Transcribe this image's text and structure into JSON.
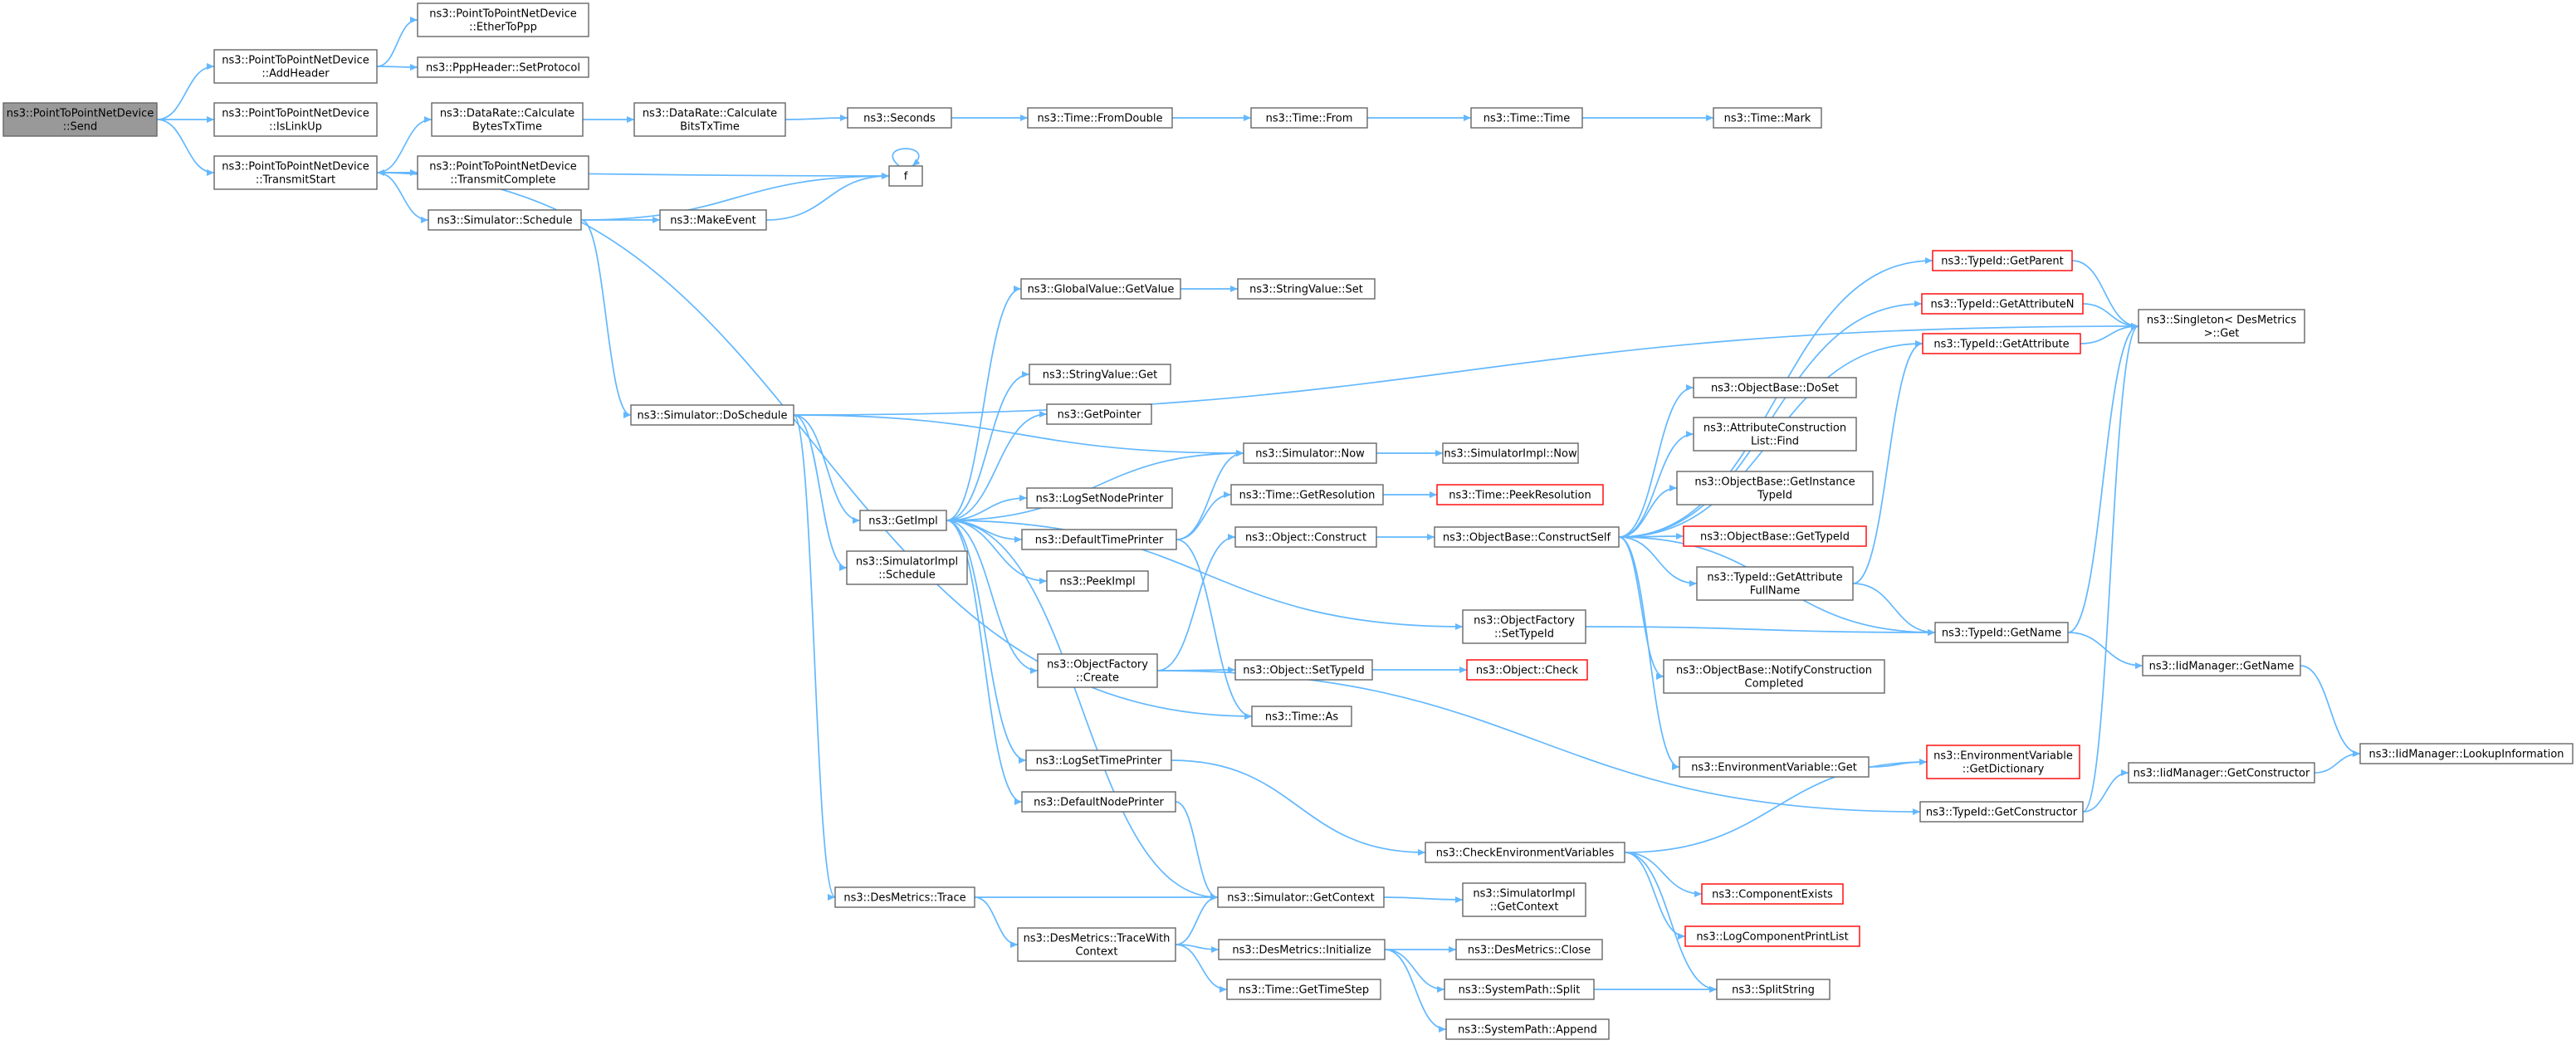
{
  "graph": {
    "title": "",
    "colors": {
      "edge": "#63b8ff",
      "node_border": "#666666",
      "root_fill": "#999999",
      "incomplete_border": "#ff0000"
    },
    "nodes": [
      {
        "id": "send",
        "lines": [
          "ns3::PointToPointNetDevice",
          "::Send"
        ],
        "root": true
      },
      {
        "id": "addheader",
        "lines": [
          "ns3::PointToPointNetDevice",
          "::AddHeader"
        ]
      },
      {
        "id": "islinkup",
        "lines": [
          "ns3::PointToPointNetDevice",
          "::IsLinkUp"
        ]
      },
      {
        "id": "transmitstart",
        "lines": [
          "ns3::PointToPointNetDevice",
          "::TransmitStart"
        ]
      },
      {
        "id": "ethertoppp",
        "lines": [
          "ns3::PointToPointNetDevice",
          "::EtherToPpp"
        ]
      },
      {
        "id": "setprotocol",
        "lines": [
          "ns3::PppHeader::SetProtocol"
        ]
      },
      {
        "id": "calcbytes",
        "lines": [
          "ns3::DataRate::Calculate",
          "BytesTxTime"
        ]
      },
      {
        "id": "calcbits",
        "lines": [
          "ns3::DataRate::Calculate",
          "BitsTxTime"
        ]
      },
      {
        "id": "seconds",
        "lines": [
          "ns3::Seconds"
        ]
      },
      {
        "id": "fromdouble",
        "lines": [
          "ns3::Time::FromDouble"
        ]
      },
      {
        "id": "timefrom",
        "lines": [
          "ns3::Time::From"
        ]
      },
      {
        "id": "timetime",
        "lines": [
          "ns3::Time::Time"
        ]
      },
      {
        "id": "timemark",
        "lines": [
          "ns3::Time::Mark"
        ]
      },
      {
        "id": "transmitcomplete",
        "lines": [
          "ns3::PointToPointNetDevice",
          "::TransmitComplete"
        ]
      },
      {
        "id": "f",
        "lines": [
          "f"
        ]
      },
      {
        "id": "schedule",
        "lines": [
          "ns3::Simulator::Schedule"
        ]
      },
      {
        "id": "makeevent",
        "lines": [
          "ns3::MakeEvent"
        ]
      },
      {
        "id": "doschedule",
        "lines": [
          "ns3::Simulator::DoSchedule"
        ]
      },
      {
        "id": "globalvalue",
        "lines": [
          "ns3::GlobalValue::GetValue"
        ]
      },
      {
        "id": "stringvalueset",
        "lines": [
          "ns3::StringValue::Set"
        ]
      },
      {
        "id": "stringvalueget",
        "lines": [
          "ns3::StringValue::Get"
        ]
      },
      {
        "id": "getpointer",
        "lines": [
          "ns3::GetPointer"
        ]
      },
      {
        "id": "simnow",
        "lines": [
          "ns3::Simulator::Now"
        ]
      },
      {
        "id": "simimplnow",
        "lines": [
          "ns3::SimulatorImpl::Now"
        ]
      },
      {
        "id": "getimpl",
        "lines": [
          "ns3::GetImpl"
        ]
      },
      {
        "id": "logsetnode",
        "lines": [
          "ns3::LogSetNodePrinter"
        ]
      },
      {
        "id": "defaulttime",
        "lines": [
          "ns3::DefaultTimePrinter"
        ]
      },
      {
        "id": "getresolution",
        "lines": [
          "ns3::Time::GetResolution"
        ]
      },
      {
        "id": "peekresolution",
        "lines": [
          "ns3::Time::PeekResolution"
        ],
        "incomplete": true
      },
      {
        "id": "simimplschedule",
        "lines": [
          "ns3::SimulatorImpl",
          "::Schedule"
        ]
      },
      {
        "id": "peekimpl",
        "lines": [
          "ns3::PeekImpl"
        ]
      },
      {
        "id": "objconstruct",
        "lines": [
          "ns3::Object::Construct"
        ]
      },
      {
        "id": "constructself",
        "lines": [
          "ns3::ObjectBase::ConstructSelf"
        ]
      },
      {
        "id": "ofsettypeid",
        "lines": [
          "ns3::ObjectFactory",
          "::SetTypeId"
        ]
      },
      {
        "id": "ofcreate",
        "lines": [
          "ns3::ObjectFactory",
          "::Create"
        ]
      },
      {
        "id": "objsettypeid",
        "lines": [
          "ns3::Object::SetTypeId"
        ]
      },
      {
        "id": "objcheck",
        "lines": [
          "ns3::Object::Check"
        ],
        "incomplete": true
      },
      {
        "id": "timeas",
        "lines": [
          "ns3::Time::As"
        ]
      },
      {
        "id": "logsettime",
        "lines": [
          "ns3::LogSetTimePrinter"
        ]
      },
      {
        "id": "defaultnode",
        "lines": [
          "ns3::DefaultNodePrinter"
        ]
      },
      {
        "id": "checkenv",
        "lines": [
          "ns3::CheckEnvironmentVariables"
        ]
      },
      {
        "id": "desmetricstrace",
        "lines": [
          "ns3::DesMetrics::Trace"
        ]
      },
      {
        "id": "simgetcontext",
        "lines": [
          "ns3::Simulator::GetContext"
        ]
      },
      {
        "id": "simimplgetcontext",
        "lines": [
          "ns3::SimulatorImpl",
          "::GetContext"
        ]
      },
      {
        "id": "tracewithcontext",
        "lines": [
          "ns3::DesMetrics::TraceWith",
          "Context"
        ]
      },
      {
        "id": "desinit",
        "lines": [
          "ns3::DesMetrics::Initialize"
        ]
      },
      {
        "id": "desclose",
        "lines": [
          "ns3::DesMetrics::Close"
        ]
      },
      {
        "id": "gettimestep",
        "lines": [
          "ns3::Time::GetTimeStep"
        ]
      },
      {
        "id": "pathsplit",
        "lines": [
          "ns3::SystemPath::Split"
        ]
      },
      {
        "id": "pathappend",
        "lines": [
          "ns3::SystemPath::Append"
        ]
      },
      {
        "id": "splitstring",
        "lines": [
          "ns3::SplitString"
        ]
      },
      {
        "id": "componentexists",
        "lines": [
          "ns3::ComponentExists"
        ],
        "incomplete": true
      },
      {
        "id": "logcomponentprint",
        "lines": [
          "ns3::LogComponentPrintList"
        ],
        "incomplete": true
      },
      {
        "id": "objbasedoset",
        "lines": [
          "ns3::ObjectBase::DoSet"
        ]
      },
      {
        "id": "attrconstruction",
        "lines": [
          "ns3::AttributeConstruction",
          "List::Find"
        ]
      },
      {
        "id": "getinstancetypeid",
        "lines": [
          "ns3::ObjectBase::GetInstance",
          "TypeId"
        ]
      },
      {
        "id": "objbasegettypeid",
        "lines": [
          "ns3::ObjectBase::GetTypeId"
        ],
        "incomplete": true
      },
      {
        "id": "getattrfullname",
        "lines": [
          "ns3::TypeId::GetAttribute",
          "FullName"
        ]
      },
      {
        "id": "notifyconstruction",
        "lines": [
          "ns3::ObjectBase::NotifyConstruction",
          "Completed"
        ]
      },
      {
        "id": "envget",
        "lines": [
          "ns3::EnvironmentVariable::Get"
        ]
      },
      {
        "id": "typeidgetparent",
        "lines": [
          "ns3::TypeId::GetParent"
        ],
        "incomplete": true
      },
      {
        "id": "typeidgetattrn",
        "lines": [
          "ns3::TypeId::GetAttributeN"
        ],
        "incomplete": true
      },
      {
        "id": "typeidgetattr",
        "lines": [
          "ns3::TypeId::GetAttribute"
        ],
        "incomplete": true
      },
      {
        "id": "typeidgetname",
        "lines": [
          "ns3::TypeId::GetName"
        ]
      },
      {
        "id": "envgetdict",
        "lines": [
          "ns3::EnvironmentVariable",
          "::GetDictionary"
        ],
        "incomplete": true
      },
      {
        "id": "typeidgetconstructor",
        "lines": [
          "ns3::TypeId::GetConstructor"
        ]
      },
      {
        "id": "singleton",
        "lines": [
          "ns3::Singleton< DesMetrics",
          " >::Get"
        ]
      },
      {
        "id": "iidgetname",
        "lines": [
          "ns3::IidManager::GetName"
        ]
      },
      {
        "id": "iidgetconstructor",
        "lines": [
          "ns3::IidManager::GetConstructor"
        ]
      },
      {
        "id": "iidlookup",
        "lines": [
          "ns3::IidManager::LookupInformation"
        ]
      }
    ],
    "edges": [
      [
        "send",
        "addheader"
      ],
      [
        "send",
        "islinkup"
      ],
      [
        "send",
        "transmitstart"
      ],
      [
        "addheader",
        "ethertoppp"
      ],
      [
        "addheader",
        "setprotocol"
      ],
      [
        "transmitstart",
        "calcbytes"
      ],
      [
        "transmitstart",
        "transmitcomplete"
      ],
      [
        "transmitstart",
        "f"
      ],
      [
        "transmitstart",
        "schedule"
      ],
      [
        "transmitstart",
        "timeas"
      ],
      [
        "calcbytes",
        "calcbits"
      ],
      [
        "calcbits",
        "seconds"
      ],
      [
        "seconds",
        "fromdouble"
      ],
      [
        "fromdouble",
        "timefrom"
      ],
      [
        "timefrom",
        "timetime"
      ],
      [
        "timetime",
        "timemark"
      ],
      [
        "transmitcomplete",
        "transmitstart"
      ],
      [
        "f",
        "f"
      ],
      [
        "schedule",
        "f"
      ],
      [
        "schedule",
        "makeevent"
      ],
      [
        "schedule",
        "doschedule"
      ],
      [
        "makeevent",
        "f"
      ],
      [
        "doschedule",
        "singleton"
      ],
      [
        "doschedule",
        "simnow"
      ],
      [
        "doschedule",
        "getimpl"
      ],
      [
        "doschedule",
        "simimplschedule"
      ],
      [
        "doschedule",
        "desmetricstrace"
      ],
      [
        "getimpl",
        "globalvalue"
      ],
      [
        "getimpl",
        "stringvalueget"
      ],
      [
        "getimpl",
        "getpointer"
      ],
      [
        "getimpl",
        "simnow"
      ],
      [
        "getimpl",
        "logsetnode"
      ],
      [
        "getimpl",
        "defaulttime"
      ],
      [
        "getimpl",
        "peekimpl"
      ],
      [
        "getimpl",
        "ofsettypeid"
      ],
      [
        "getimpl",
        "ofcreate"
      ],
      [
        "getimpl",
        "logsettime"
      ],
      [
        "getimpl",
        "defaultnode"
      ],
      [
        "getimpl",
        "simgetcontext"
      ],
      [
        "globalvalue",
        "stringvalueset"
      ],
      [
        "simnow",
        "simimplnow"
      ],
      [
        "defaulttime",
        "simnow"
      ],
      [
        "defaulttime",
        "getresolution"
      ],
      [
        "defaulttime",
        "timeas"
      ],
      [
        "getresolution",
        "peekresolution"
      ],
      [
        "ofcreate",
        "objconstruct"
      ],
      [
        "ofcreate",
        "objsettypeid"
      ],
      [
        "ofcreate",
        "typeidgetconstructor"
      ],
      [
        "objsettypeid",
        "objcheck"
      ],
      [
        "objconstruct",
        "constructself"
      ],
      [
        "ofsettypeid",
        "typeidgetname"
      ],
      [
        "constructself",
        "typeidgetparent"
      ],
      [
        "constructself",
        "typeidgetattrn"
      ],
      [
        "constructself",
        "typeidgetattr"
      ],
      [
        "constructself",
        "objbasedoset"
      ],
      [
        "constructself",
        "attrconstruction"
      ],
      [
        "constructself",
        "getinstancetypeid"
      ],
      [
        "constructself",
        "objbasegettypeid"
      ],
      [
        "constructself",
        "getattrfullname"
      ],
      [
        "constructself",
        "typeidgetname"
      ],
      [
        "constructself",
        "notifyconstruction"
      ],
      [
        "constructself",
        "envget"
      ],
      [
        "getattrfullname",
        "typeidgetattr"
      ],
      [
        "getattrfullname",
        "typeidgetname"
      ],
      [
        "envget",
        "envgetdict"
      ],
      [
        "typeidgetparent",
        "singleton"
      ],
      [
        "typeidgetattrn",
        "singleton"
      ],
      [
        "typeidgetattr",
        "singleton"
      ],
      [
        "typeidgetname",
        "singleton"
      ],
      [
        "typeidgetname",
        "iidgetname"
      ],
      [
        "typeidgetconstructor",
        "singleton"
      ],
      [
        "typeidgetconstructor",
        "iidgetconstructor"
      ],
      [
        "iidgetname",
        "iidlookup"
      ],
      [
        "iidgetconstructor",
        "iidlookup"
      ],
      [
        "logsettime",
        "checkenv"
      ],
      [
        "defaultnode",
        "simgetcontext"
      ],
      [
        "checkenv",
        "envgetdict"
      ],
      [
        "checkenv",
        "componentexists"
      ],
      [
        "checkenv",
        "logcomponentprint"
      ],
      [
        "checkenv",
        "splitstring"
      ],
      [
        "desmetricstrace",
        "simgetcontext"
      ],
      [
        "desmetricstrace",
        "tracewithcontext"
      ],
      [
        "simgetcontext",
        "simimplgetcontext"
      ],
      [
        "tracewithcontext",
        "simgetcontext"
      ],
      [
        "tracewithcontext",
        "desinit"
      ],
      [
        "tracewithcontext",
        "gettimestep"
      ],
      [
        "desinit",
        "desclose"
      ],
      [
        "desinit",
        "pathsplit"
      ],
      [
        "desinit",
        "pathappend"
      ],
      [
        "pathsplit",
        "splitstring"
      ]
    ]
  }
}
